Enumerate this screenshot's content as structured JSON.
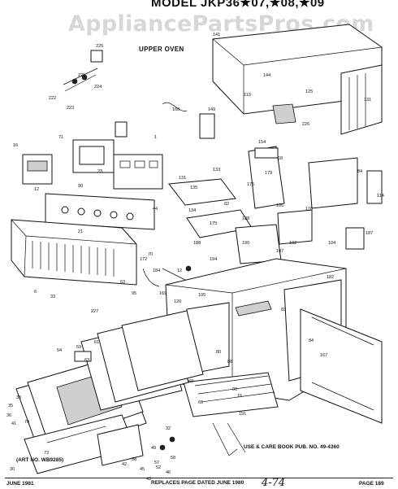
{
  "header": {
    "model_title": "MODEL JKP36★07,★08,★09",
    "watermark": "AppliancePartsPros.com"
  },
  "section_label": "UPPER OVEN",
  "art_no": "(ART NO. WB9285)",
  "use_care": "USE & CARE BOOK PUB. NO. 49-4360",
  "footer": {
    "date": "JUNE 1981",
    "replaces": "REPLACES PAGE DATED JUNE 1980",
    "page": "PAGE 189",
    "handwritten": "4-74"
  },
  "part_numbers": [
    "225",
    "224",
    "222",
    "223",
    "225",
    "141",
    "144",
    "113",
    "131",
    "125",
    "226",
    "149",
    "16",
    "12",
    "23",
    "135",
    "131",
    "133",
    "134",
    "154",
    "71",
    "90",
    "82",
    "175",
    "179",
    "84",
    "114",
    "18",
    "188",
    "105",
    "187",
    "104",
    "190",
    "107",
    "102",
    "176",
    "160",
    "1",
    "175",
    "188",
    "21",
    "44",
    "194",
    "120",
    "182",
    "12",
    "6",
    "33",
    "184",
    "95",
    "70",
    "63",
    "54",
    "227",
    "172",
    "169",
    "105",
    "59",
    "63",
    "83",
    "61",
    "84",
    "15",
    "167",
    "60",
    "80",
    "65",
    "88",
    "90",
    "191",
    "49",
    "32",
    "58",
    "57",
    "46",
    "33",
    "35",
    "36",
    "41",
    "70",
    "73",
    "42",
    "38",
    "45",
    "52",
    "43",
    "30"
  ]
}
